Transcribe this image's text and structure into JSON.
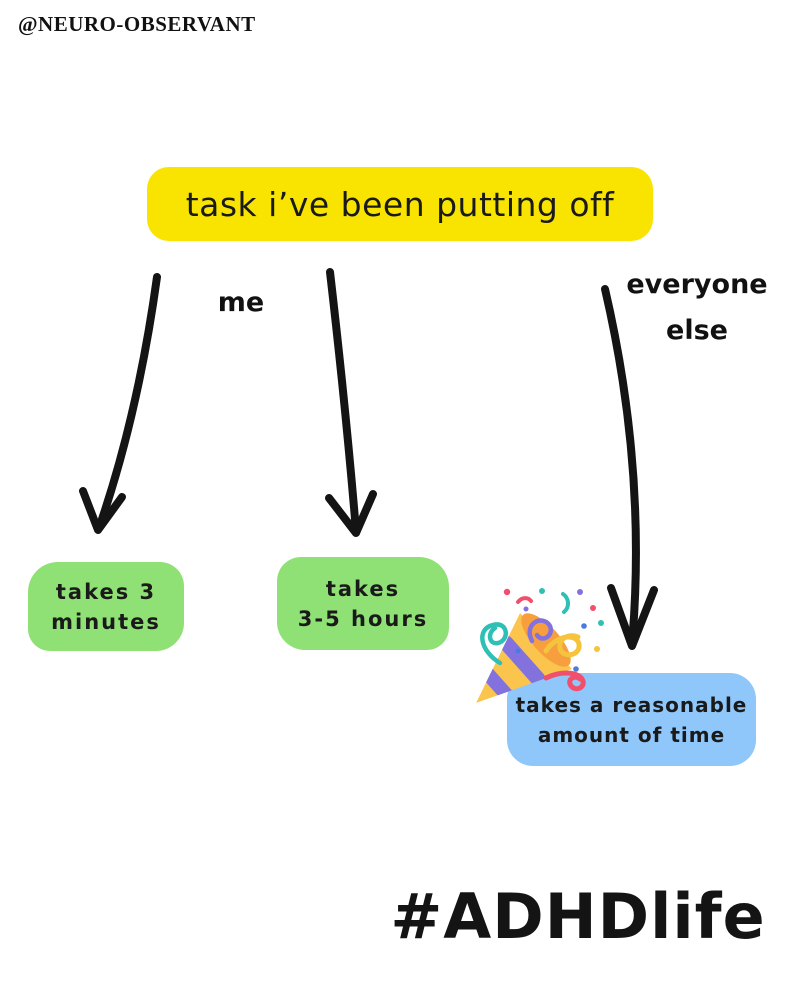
{
  "watermark": {
    "handle": "@NEURO-OBSERVANT"
  },
  "diagram": {
    "title": "task i’ve been putting off",
    "branch_labels": {
      "me": "me",
      "everyone_else": [
        "everyone",
        "else"
      ]
    },
    "outcomes": [
      {
        "group": "me",
        "lines": [
          "takes 3",
          "minutes"
        ],
        "color": "#90E175"
      },
      {
        "group": "me",
        "lines": [
          "takes",
          "3-5 hours"
        ],
        "color": "#90E175"
      },
      {
        "group": "everyone else",
        "lines": [
          "takes a reasonable",
          "amount of time"
        ],
        "color": "#8FC7FB"
      }
    ],
    "decoration": {
      "party_popper_icon": "party-popper"
    }
  },
  "footer": {
    "hashtag": "#ADHDlife"
  },
  "colors": {
    "background": "#FFFFFF",
    "title_bg": "#F8E400",
    "green_box": "#90E175",
    "blue_box": "#8FC7FB",
    "ink": "#141414",
    "popper_yellow": "#FBC44C",
    "popper_purple": "#8372DE",
    "popper_orange": "#F79E3E",
    "confetti_teal": "#2EC0B5",
    "confetti_red": "#F0506B",
    "confetti_blue": "#4A7BE0",
    "confetti_yellow": "#F6C33C"
  }
}
